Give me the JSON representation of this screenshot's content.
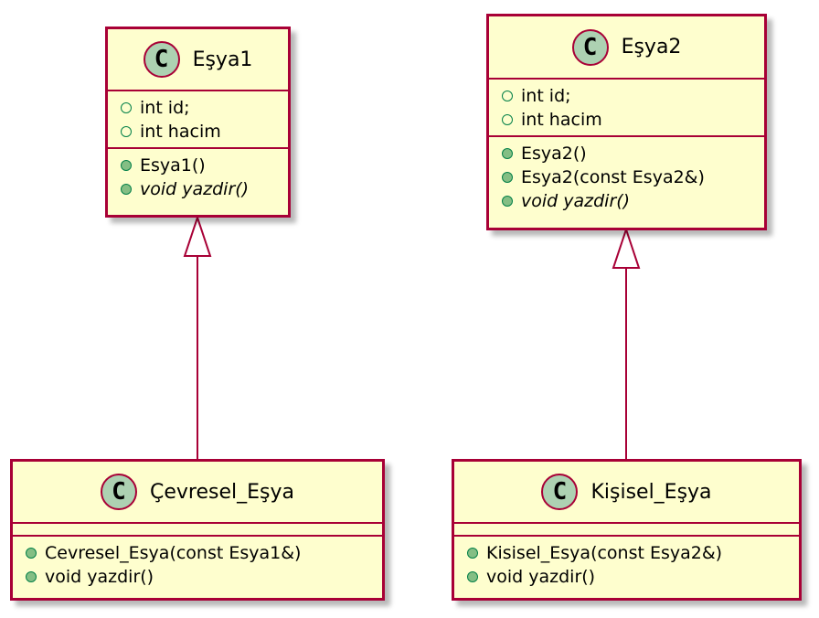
{
  "colors": {
    "class_fill": "#FEFECE",
    "class_border": "#A80036",
    "badge_fill": "#ADD1B2",
    "method_marker_fill": "#84BE84",
    "marker_border": "#038048",
    "arrow": "#A80036"
  },
  "classes": {
    "esya1": {
      "badge": "C",
      "name": "Eşya1",
      "attributes": [
        "int id;",
        "int hacim"
      ],
      "methods": [
        "Esya1()",
        "void yazdir()"
      ]
    },
    "esya2": {
      "badge": "C",
      "name": "Eşya2",
      "attributes": [
        "int id;",
        "int hacim"
      ],
      "methods": [
        "Esya2()",
        "Esya2(const Esya2&)",
        "void yazdir()"
      ]
    },
    "cevresel": {
      "badge": "C",
      "name": "Çevresel_Eşya",
      "attributes": [],
      "methods": [
        "Cevresel_Esya(const Esya1&)",
        "void yazdir()"
      ]
    },
    "kisisel": {
      "badge": "C",
      "name": "Kişisel_Eşya",
      "attributes": [],
      "methods": [
        "Kisisel_Esya(const Esya2&)",
        "void yazdir()"
      ]
    }
  },
  "relations": [
    {
      "type": "inheritance",
      "from": "Çevresel_Eşya",
      "to": "Eşya1"
    },
    {
      "type": "inheritance",
      "from": "Kişisel_Eşya",
      "to": "Eşya2"
    }
  ]
}
